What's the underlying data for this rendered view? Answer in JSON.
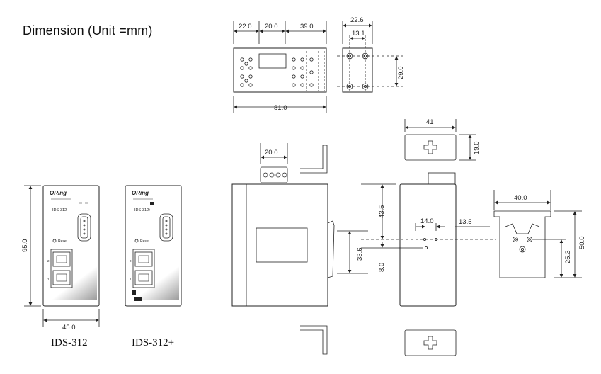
{
  "title": "Dimension (Unit =mm)",
  "models": [
    "IDS-312",
    "IDS-312+"
  ],
  "front_panel": {
    "brand": "ORing",
    "labels": [
      "IDS-312",
      "IDS-312+"
    ],
    "reset_label": "Reset",
    "port_numbers": [
      "2",
      "1"
    ]
  },
  "dimensions": {
    "top_widths": [
      "22.0",
      "20.0",
      "39.0"
    ],
    "top_total": "81.0",
    "side_width": "22.6",
    "side_inner": "13.1",
    "side_height": "29.0",
    "front_height": "95.0",
    "front_width": "45.0",
    "bracket_width": "20.0",
    "panel_hole": "33.6",
    "clip_width": "41",
    "clip_height": "19.0",
    "back_upper": "43.5",
    "back_lower": "8.0",
    "back_hole_spacing": "14.0",
    "back_offset": "13.5",
    "din_width": "40.0",
    "din_height": "50.0",
    "din_hole": "25.3"
  }
}
